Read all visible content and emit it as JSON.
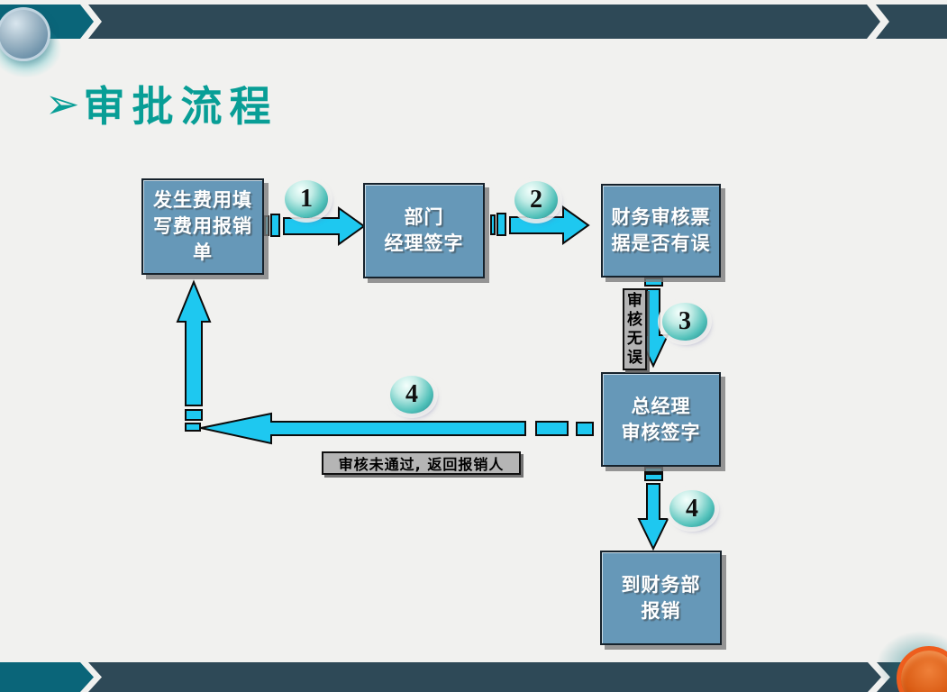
{
  "slide_title": {
    "bullet": "➢",
    "text": "审批流程"
  },
  "flow": {
    "boxes": [
      {
        "id": "box-1",
        "label": "发生费用填\n写费用报销\n单"
      },
      {
        "id": "box-2",
        "label": "部门\n经理签字"
      },
      {
        "id": "box-3",
        "label": "财务审核票\n据是否有误"
      },
      {
        "id": "box-4",
        "label": "总经理\n审核签字"
      },
      {
        "id": "box-5",
        "label": "到财务部\n报销"
      }
    ],
    "step_badges": [
      {
        "number": "1"
      },
      {
        "number": "2"
      },
      {
        "number": "3"
      },
      {
        "number": "4"
      },
      {
        "number": "4"
      }
    ],
    "pass_label": "审\n核\n无\n误",
    "fail_label": "审核未通过, 返回报销人"
  },
  "colors": {
    "background": "#f1f1ef",
    "bar_teal": "#0a6579",
    "bar_slate": "#2e4957",
    "title_teal": "#089e96",
    "box_fill": "#6698b8",
    "arrow_cyan": "#1ec8f0",
    "condition_gray": "#b5b5b5",
    "badge_teal": "#52c1ba",
    "ball_orange": "#da5c14",
    "ball_blue": "#7396ad"
  }
}
